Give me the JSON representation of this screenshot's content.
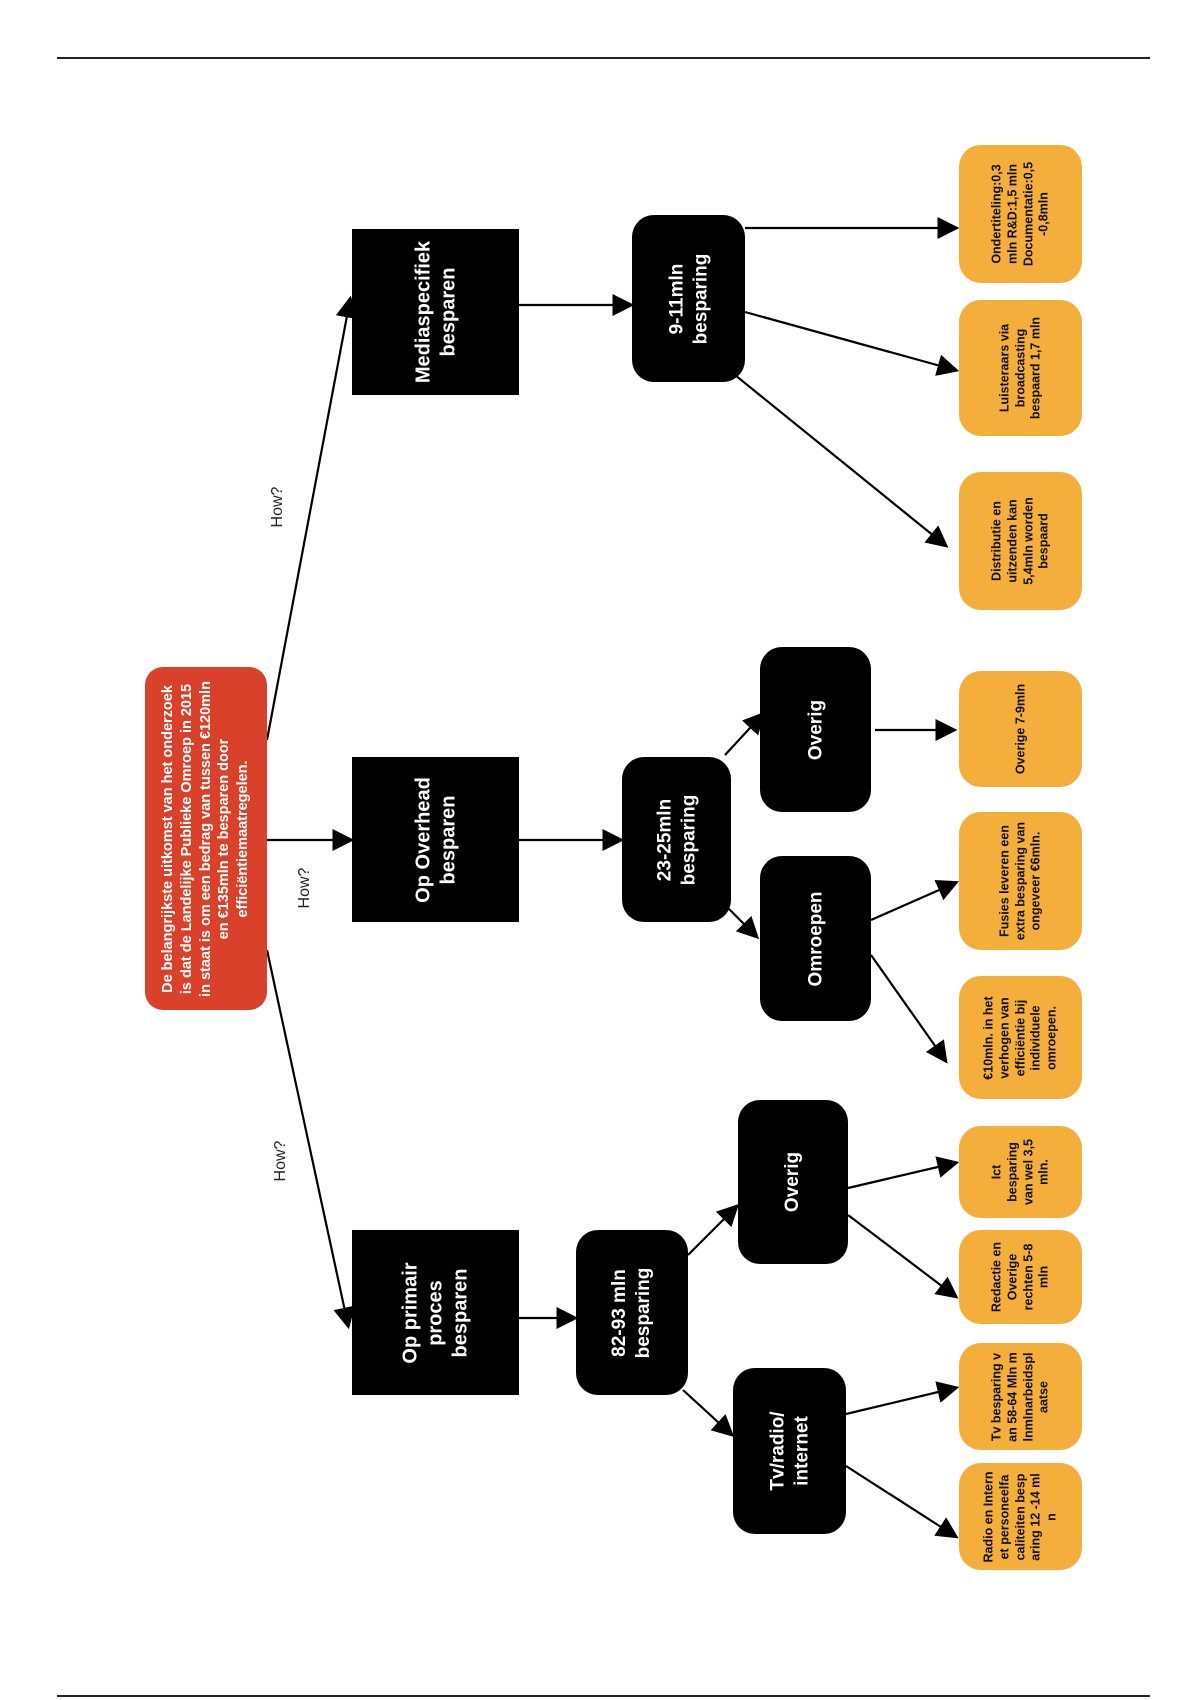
{
  "root": "De belangrijkste uitkomst van het onderzoek is dat de Landelijke Publieke Omroep in 2015 in staat is om een bedrag van tussen €120mln en €135mln te besparen door efficiëntiemaatregelen.",
  "how_label": "How?",
  "branches": {
    "media": {
      "title": "Mediaspecifiek besparen",
      "saving": "9-11mln besparing",
      "leaves": [
        "Ondertiteling:0,3 mln R&D:1,5 mln Documentatie:0,5 -0,8mln",
        "Luisteraars via broadcasting bespaard 1,7 mln",
        "Distributie en uitzenden kan 5,4mln worden bespaard"
      ]
    },
    "overhead": {
      "title": "Op Overhead besparen",
      "saving": "23-25mln besparing",
      "overig": "Overig",
      "overig_leaf": "Overige 7-9mln",
      "omroepen": "Omroepen",
      "omroepen_leaves": [
        "Fusies leveren een extra besparing van ongeveer €6mln.",
        "€10mln. in het verhogen van efficiëntie bij individuele omroepen."
      ]
    },
    "primair": {
      "title": "Op primair proces besparen",
      "saving": "82-93 mln besparing",
      "overig": "Overig",
      "overig_leaves": [
        "Ict besparing van wel 3,5 mln.",
        "Redactie en Overige rechten 5-8 mln"
      ],
      "tv": "Tv/radio/ internet",
      "tv_leaves": [
        "Tv besparing van 58-64 Mln mlnmlnarbeidsplaatse",
        "Radio en Internet personeelfacaliteiten besparing 12 -14 mln"
      ]
    }
  },
  "colors": {
    "root": "#d9412b",
    "leaf": "#f3ae3c",
    "node": "#000000"
  }
}
